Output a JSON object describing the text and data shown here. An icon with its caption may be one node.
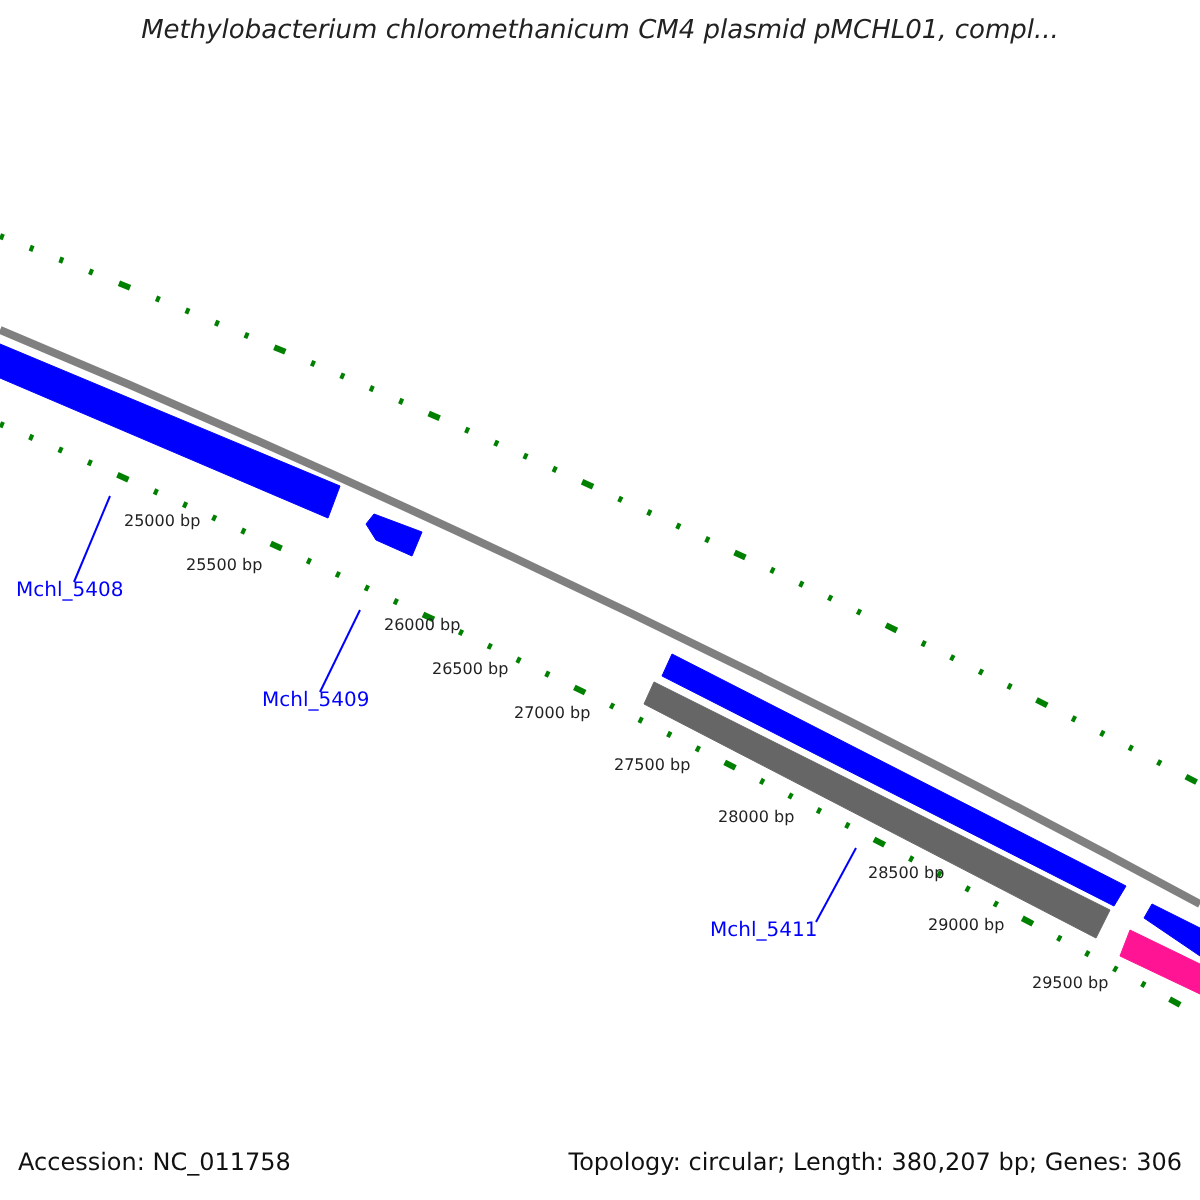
{
  "diagram": {
    "title": "Methylobacterium chloromethanicum CM4 plasmid pMCHL01, compl...",
    "nodes": [
      {
        "text": [
          "Mchl_5408"
        ]
      },
      {
        "text": [
          "Mchl_5409"
        ]
      },
      {
        "text": [
          "Mchl_5411"
        ]
      }
    ],
    "edges": [
      {
        "from": 0,
        "to": null,
        "arrow": "none",
        "color": "#0000ff"
      },
      {
        "from": 1,
        "to": null,
        "arrow": "none",
        "color": "#0000ff"
      },
      {
        "from": 2,
        "to": null,
        "arrow": "none",
        "color": "#0000ff"
      }
    ],
    "labels": [
      "25000 bp",
      "25500 bp",
      "26000 bp",
      "26500 bp",
      "27000 bp",
      "27500 bp",
      "28000 bp",
      "28500 bp",
      "29000 bp",
      "29500 bp",
      "Accession: NC_011758",
      "Topology: circular; Length: 380,207 bp; Genes: 306"
    ]
  }
}
